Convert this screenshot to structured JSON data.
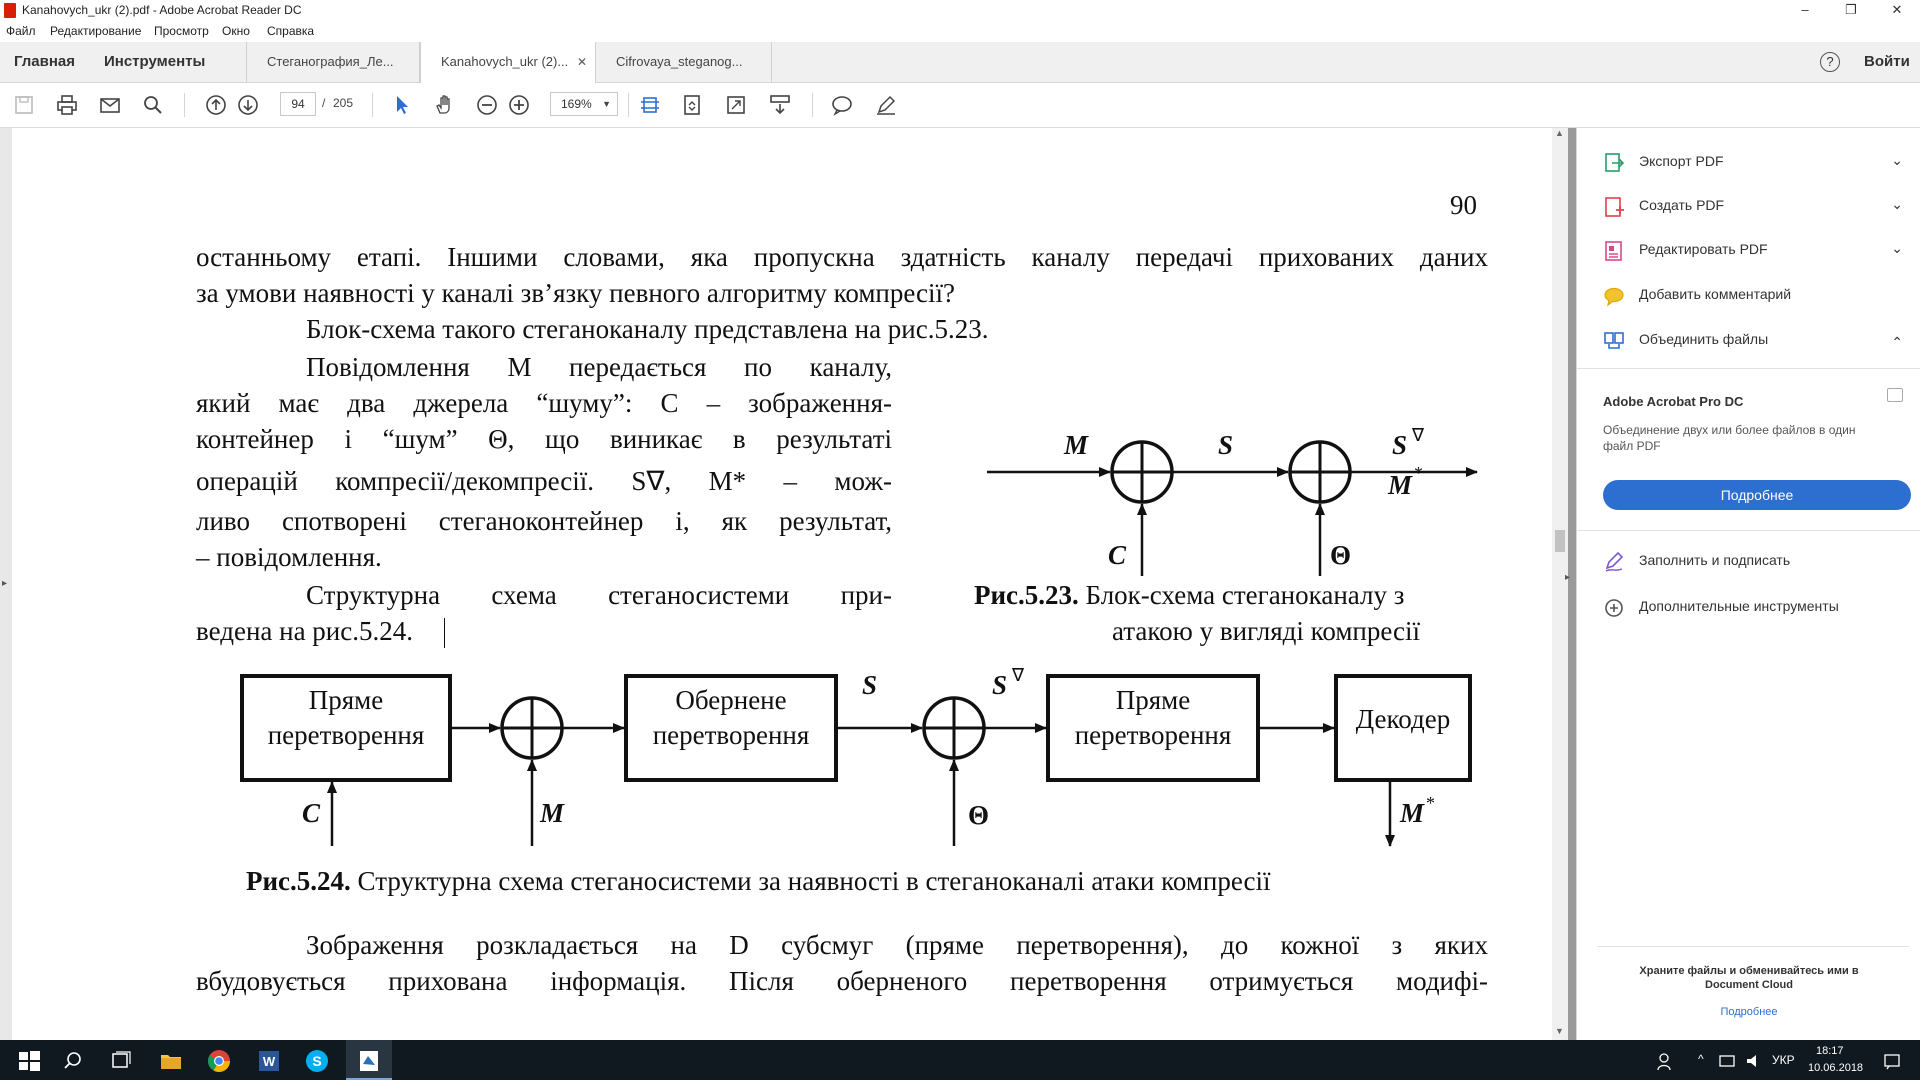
{
  "window": {
    "title": "Kanahovych_ukr (2).pdf - Adobe Acrobat Reader DC",
    "minimize": "–",
    "maximize": "❐",
    "close": "✕"
  },
  "menu": [
    "Файл",
    "Редактирование",
    "Просмотр",
    "Окно",
    "Справка"
  ],
  "tabs": {
    "home": "Главная",
    "tools": "Инструменты",
    "docs": [
      {
        "label": "Стеганография_Ле...",
        "active": false
      },
      {
        "label": "Kanahovych_ukr (2)...",
        "active": true
      },
      {
        "label": "Cifrovaya_steganog...",
        "active": false
      }
    ],
    "help": "?",
    "signin": "Войти"
  },
  "toolbar": {
    "page_current": "94",
    "page_sep": "/",
    "page_total": "205",
    "zoom": "169%"
  },
  "page": {
    "number": "90",
    "line1": "останньому етапі. Іншими словами, яка пропускна здатність каналу передачі прихованих даних",
    "line2": "за умови наявності у каналі зв’язку певного алгоритму компресії?",
    "line3": "Блок-схема такого стеганоканалу представлена на рис.5.23.",
    "p2": [
      "Повідомлення M передається по каналу,",
      "який має два джерела “шуму”: C – зображення-",
      "контейнер і “шум” Θ, що виникає в результаті",
      "операцій компресії/декомпресії. S∇, M* – мож-",
      "ливо спотворені стеганоконтейнер і, як результат,",
      "– повідомлення."
    ],
    "p3_line1": "Структурна схема стеганосистеми при-",
    "p3_line2": "ведена на рис.5.24.",
    "fig23": {
      "M": "M",
      "S": "S",
      "Snabla": "S",
      "nabla": "∇",
      "Mstar": "M",
      "star": "*",
      "C": "C",
      "Theta": "Θ",
      "caption_bold": "Рис.5.23.",
      "caption_rest": " Блок-схема стеганоканалу з",
      "caption_line2": "атакою у вигляді компресії"
    },
    "fig24": {
      "box1_l1": "Пряме",
      "box1_l2": "перетворення",
      "box2_l1": "Обернене",
      "box2_l2": "перетворення",
      "box3_l1": "Пряме",
      "box3_l2": "перетворення",
      "box4": "Декодер",
      "C": "C",
      "M": "M",
      "S": "S",
      "Snabla": "S",
      "nabla": "∇",
      "Theta": "Θ",
      "Mstar": "M",
      "star": "*",
      "caption_bold": "Рис.5.24.",
      "caption_rest": " Структурна схема стеганосистеми за наявності в стеганоканалі атаки компресії"
    },
    "p4_line1": "Зображення розкладається на D субсмуг (пряме перетворення), до кожної з яких",
    "p4_line2": "вбудовується прихована інформація. Після оберненого перетворення отримується модифі-"
  },
  "right_panel": {
    "items": [
      {
        "label": "Экспорт PDF",
        "chevron": "⌄"
      },
      {
        "label": "Создать PDF",
        "chevron": "⌄"
      },
      {
        "label": "Редактировать PDF",
        "chevron": "⌄"
      },
      {
        "label": "Добавить комментарий",
        "chevron": ""
      },
      {
        "label": "Объединить файлы",
        "chevron": "⌃"
      }
    ],
    "promo_title": "Adobe Acrobat Pro DC",
    "promo_text": "Объединение двух или более файлов в один файл PDF",
    "promo_button": "Подробнее",
    "more_items": [
      "Заполнить и подписать",
      "Дополнительные инструменты"
    ],
    "cloud_text": "Храните файлы и обменивайтесь ими в Document Cloud",
    "cloud_link": "Подробнее"
  },
  "taskbar": {
    "lang": "УКР",
    "time": "18:17",
    "date": "10.06.2018"
  },
  "colors": {
    "accent_blue": "#2c6fd1",
    "taskbar": "#101820",
    "pdf_red": "#d81e05"
  }
}
